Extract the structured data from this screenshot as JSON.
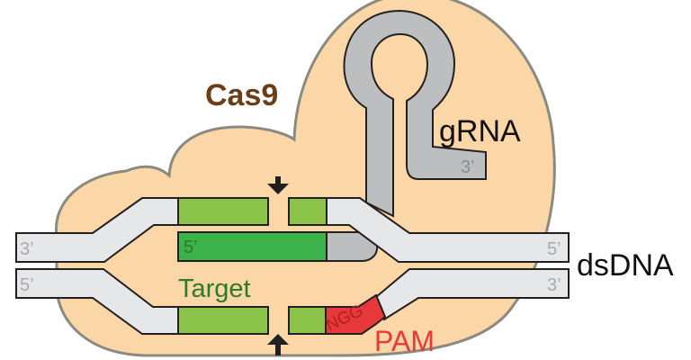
{
  "title": "Cas9 / gRNA targeting dsDNA",
  "colors": {
    "cas9_fill": "#fbd6a6",
    "cas9_outline": "#8a8a80",
    "cas9_label": "#6b3e17",
    "dna_strand": "#e6e7e8",
    "dna_end_text": "#a7a9ac",
    "target_light_green": "#8cc44a",
    "spacer_dark_green": "#3bb24a",
    "target_label": "#2c7a2e",
    "grna_gray": "#bcbec0",
    "pam_red": "#e8393a",
    "ngg_text": "#b01e20",
    "outline": "#231f20",
    "arrow": "#231f20"
  },
  "labels": {
    "cas9": "Cas9",
    "grna": "gRNA",
    "dsdna": "dsDNA",
    "target": "Target",
    "pam": "PAM",
    "ngg": "NGG"
  },
  "strand_ends": {
    "top_left": "3’",
    "top_right": "5’",
    "bottom_left": "5’",
    "bottom_right": "3’",
    "spacer_5prime": "5’",
    "grna_3prime": "3’"
  },
  "icons": {
    "cut_arrow_top": "down-arrow",
    "cut_arrow_bottom": "up-arrow"
  }
}
